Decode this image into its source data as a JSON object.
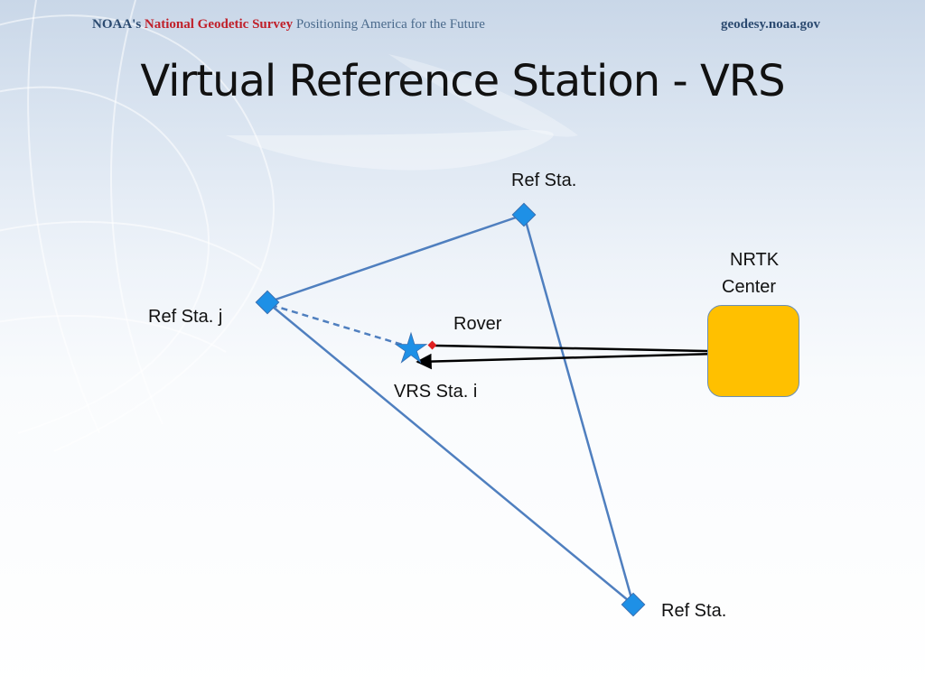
{
  "header": {
    "org": "NOAA's",
    "survey": "National Geodetic Survey",
    "tagline": "Positioning America for the Future",
    "site": "geodesy.noaa.gov"
  },
  "title": "Virtual Reference Station - VRS",
  "labels": {
    "ref_top": "Ref Sta.",
    "ref_left": "Ref Sta. j",
    "ref_bottom": "Ref Sta.",
    "rover": "Rover",
    "vrs": "VRS Sta. i",
    "nrtk_line1": "NRTK",
    "nrtk_line2": "Center"
  },
  "colors": {
    "triangle": "#4f7fbf",
    "station": "#1e90e6",
    "rover": "#e02020",
    "nrtk_box": "#ffc000"
  }
}
